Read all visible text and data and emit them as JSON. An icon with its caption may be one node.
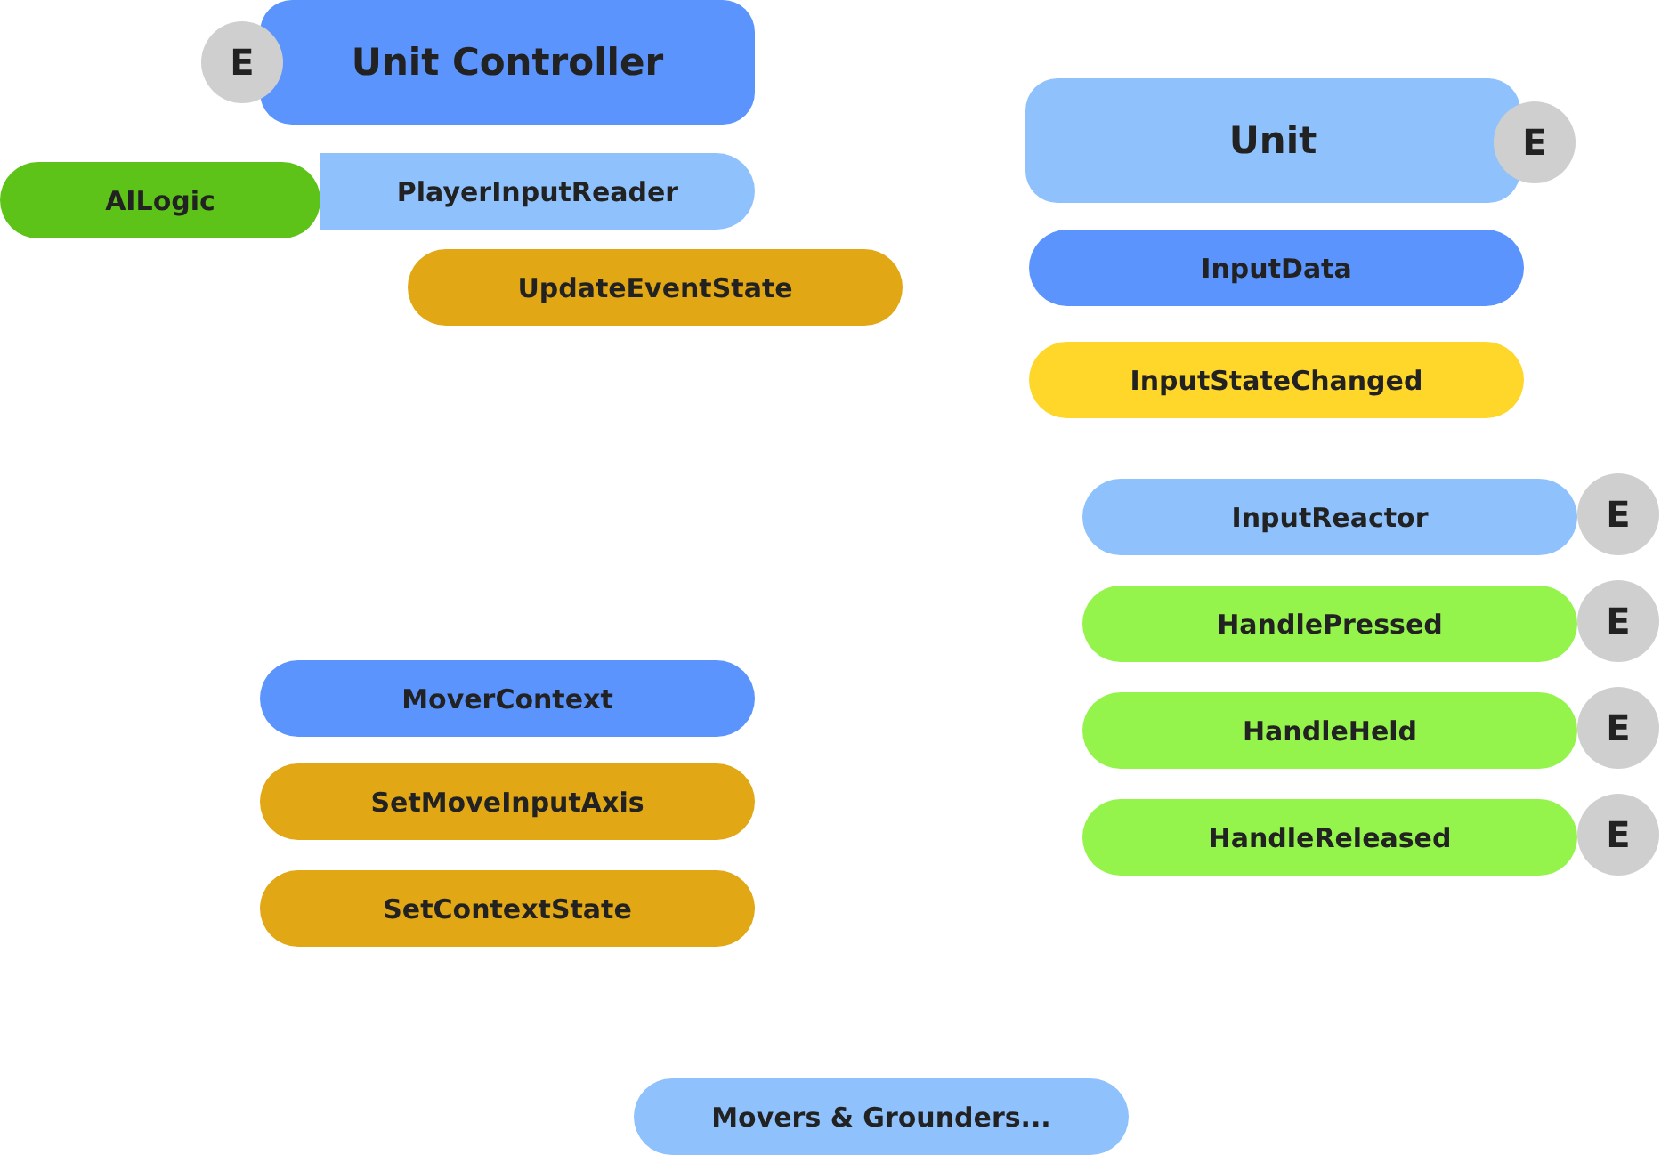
{
  "diagram": {
    "nodes": [
      {
        "text": [
          "E"
        ]
      },
      {
        "text": [
          "Unit Controller"
        ]
      },
      {
        "text": [
          "PlayerInputReader"
        ]
      },
      {
        "text": [
          "AILogic"
        ]
      },
      {
        "text": [
          "UpdateEventState"
        ]
      },
      {
        "text": [
          "Unit"
        ]
      },
      {
        "text": [
          "E"
        ]
      },
      {
        "text": [
          "InputData"
        ]
      },
      {
        "text": [
          "InputStateChanged"
        ]
      },
      {
        "text": [
          "InputReactor"
        ]
      },
      {
        "text": [
          "E"
        ]
      },
      {
        "text": [
          "HandlePressed"
        ]
      },
      {
        "text": [
          "E"
        ]
      },
      {
        "text": [
          "HandleHeld"
        ]
      },
      {
        "text": [
          "E"
        ]
      },
      {
        "text": [
          "HandleReleased"
        ]
      },
      {
        "text": [
          "E"
        ]
      },
      {
        "text": [
          "MoverContext"
        ]
      },
      {
        "text": [
          "SetMoveInputAxis"
        ]
      },
      {
        "text": [
          "SetContextState"
        ]
      },
      {
        "text": [
          "Movers & Grounders..."
        ]
      }
    ]
  }
}
